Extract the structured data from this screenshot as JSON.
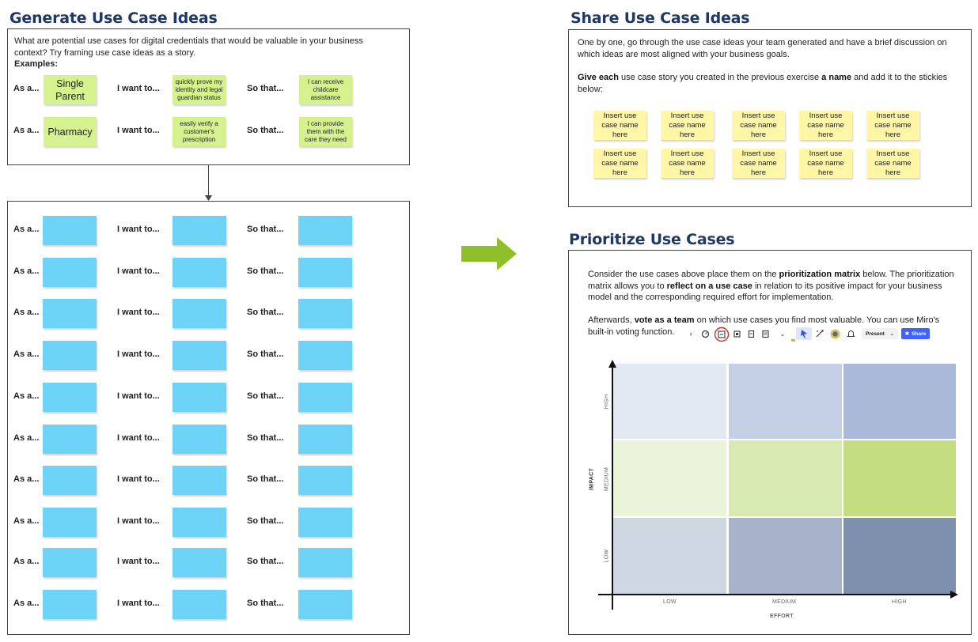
{
  "generate": {
    "title": "Generate Use Case Ideas",
    "intro": "What are potential use cases for digital credentials that would be valuable in your business context? Try framing use case ideas as a story.",
    "examples_label": "Examples:",
    "labels": {
      "as_a": "As a...",
      "i_want_to": "I want to...",
      "so_that": "So that..."
    },
    "examples": [
      {
        "who": "Single Parent",
        "want": "quickly prove my identity and legal guardian status",
        "so": "I can receive childcare assistance"
      },
      {
        "who": "Pharmacy",
        "want": "easily verify a customer's prescription",
        "so": "I can provide them with the care they need"
      }
    ]
  },
  "share": {
    "title": "Share Use Case Ideas",
    "para1": "One by one, go through the use case ideas your team generated and have a brief discussion on which ideas are most aligned with your business goals.",
    "para2_b1": "Give each",
    "para2_t1": " use case story you created in the previous exercise ",
    "para2_b2": "a name",
    "para2_t2": " and add it to the stickies below:",
    "sticky_text": "Insert use case name here"
  },
  "prioritize": {
    "title": "Prioritize Use Cases",
    "p1_t1": "Consider the use cases above place them on the ",
    "p1_b1": "prioritization matrix",
    "p1_t2": " below. The prioritization matrix allows you to ",
    "p1_b2": "reflect on a use case",
    "p1_t3": " in relation to its positive impact for your business model and the corresponding required effort for implementation.",
    "p2_t1": "Afterwards, ",
    "p2_b1": "vote as a team",
    "p2_t2": " on which use cases you find most valuable. You can use Miro's built-in voting function.",
    "toolbar": {
      "present": "Present",
      "share": "Share"
    },
    "matrix": {
      "y_axis": "IMPACT",
      "x_axis": "EFFORT",
      "y_ticks": [
        "HIGH",
        "MEDIUM",
        "LOW"
      ],
      "x_ticks": [
        "LOW",
        "MEDIUM",
        "HIGH"
      ],
      "colors": [
        [
          "#e3e9f3",
          "#c5d0e4",
          "#aab9d8"
        ],
        [
          "#eaf4da",
          "#d8e9b1",
          "#c3dd80"
        ],
        [
          "#cfd7e3",
          "#a6b3ca",
          "#7f8fae"
        ]
      ]
    }
  }
}
